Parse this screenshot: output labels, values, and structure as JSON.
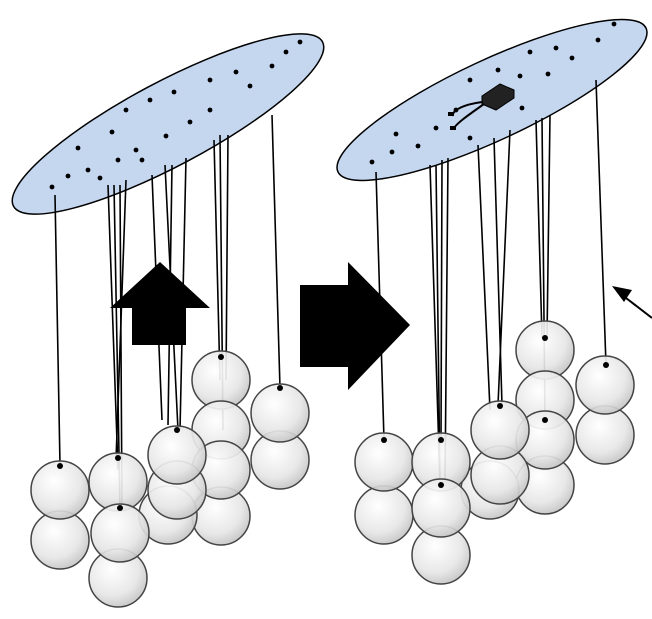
{
  "diagram": {
    "panels": [
      {
        "id": "before",
        "canopy": "ceiling-canopy",
        "globes": 14,
        "has_driver": false
      },
      {
        "id": "after",
        "canopy": "ceiling-canopy",
        "globes": 14,
        "has_driver": true
      }
    ],
    "arrows": [
      "lift-up-arrow",
      "transition-right-arrow",
      "pointer-arrow"
    ],
    "colors": {
      "canopy_fill": "#c5d6ef",
      "outline": "#000000",
      "globe_fill": "#e8e8e8",
      "globe_stroke": "#444444",
      "arrow_fill": "#000000"
    }
  }
}
